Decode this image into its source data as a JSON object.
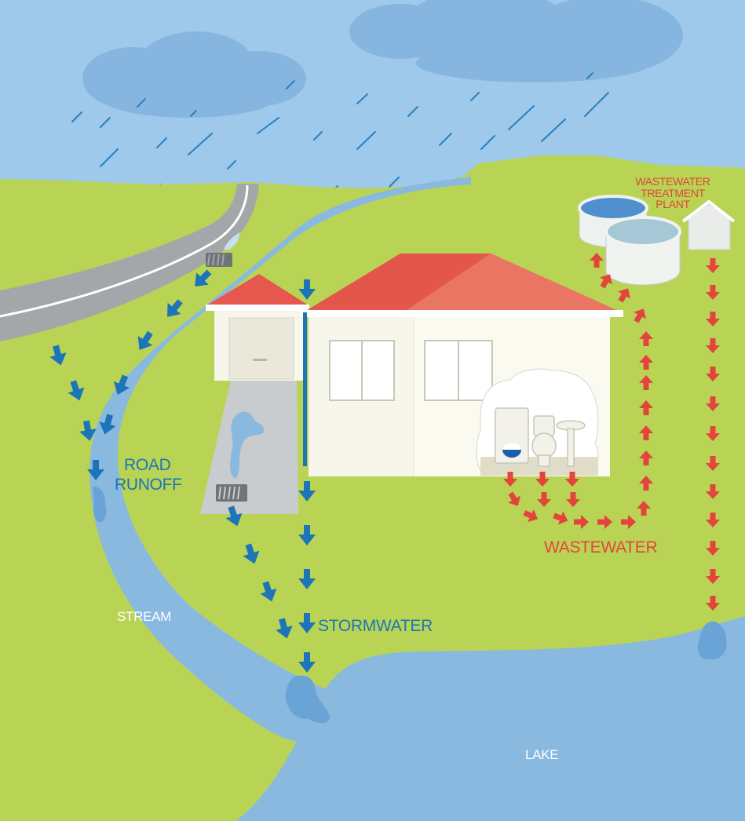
{
  "labels": {
    "road_runoff_1": "ROAD",
    "road_runoff_2": "RUNOFF",
    "stream": "STREAM",
    "stormwater": "STORMWATER",
    "wastewater": "WASTEWATER",
    "plant_1": "WASTEWATER",
    "plant_2": "TREATMENT",
    "plant_3": "PLANT",
    "lake": "LAKE"
  },
  "colors": {
    "sky": "#9ec9ea",
    "cloud": "#86b6e0",
    "grass": "#b9d455",
    "water": "#8ab9e0",
    "road": "#a3a7aa",
    "roof": "#e4564c",
    "house_wall": "#f7f6ea",
    "stormwater_arrow": "#1b75b8",
    "wastewater_arrow": "#e2453b"
  }
}
